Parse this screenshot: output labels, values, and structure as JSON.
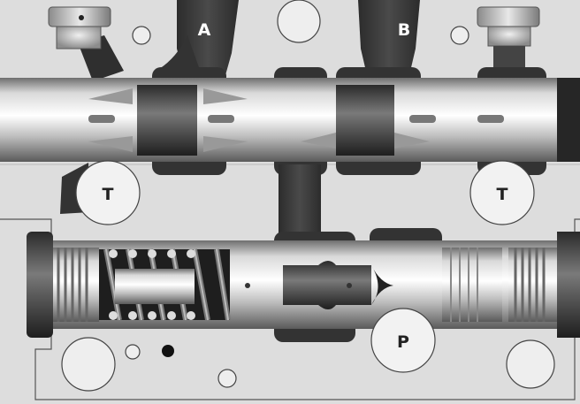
{
  "ports": {
    "a": "A",
    "b": "B",
    "t_left": "T",
    "t_right": "T",
    "p": "P"
  },
  "colors": {
    "housing": "#dcdcdc",
    "casting": "#3a3a3a",
    "spool_steel": "#b8b8b8",
    "port_circle": "#f2f2f2"
  }
}
